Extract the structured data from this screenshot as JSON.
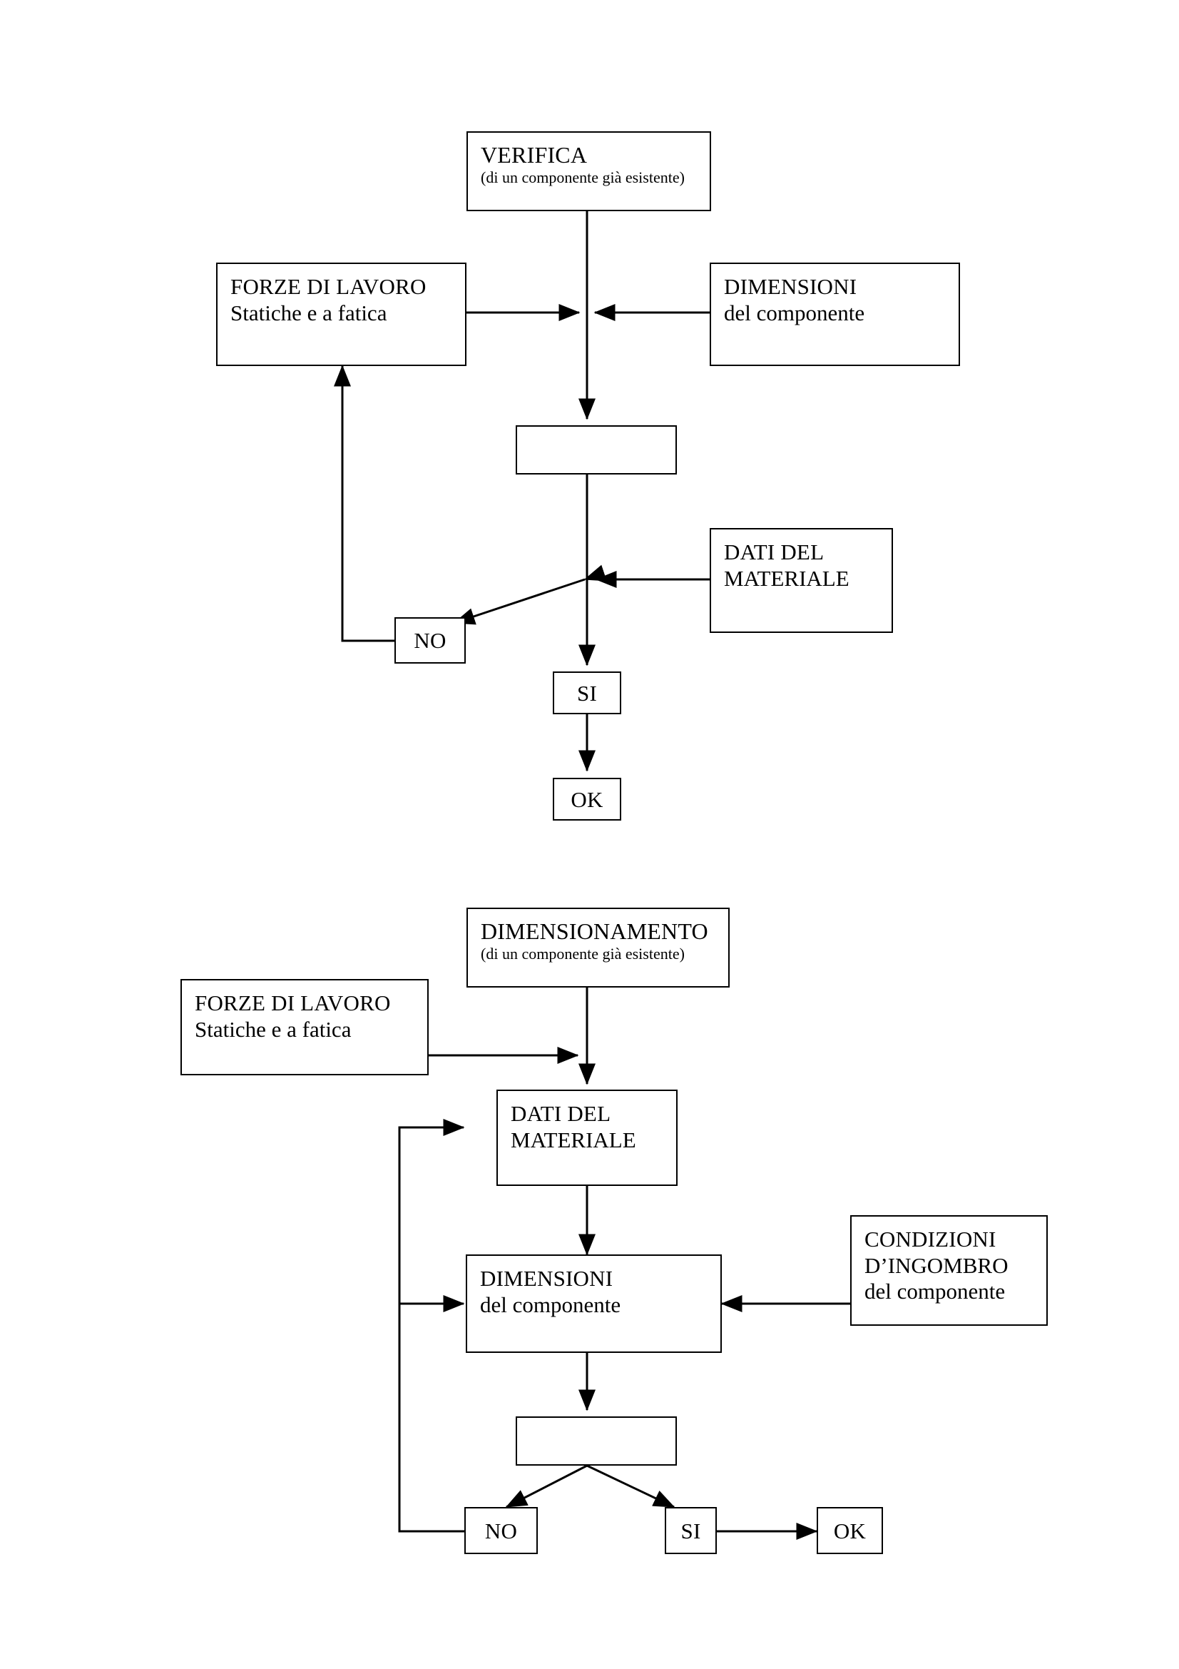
{
  "document": {
    "kind": "flowchart-page",
    "background_color": "#ffffff",
    "line_color": "#000000"
  },
  "diagrams": [
    {
      "id": "verifica",
      "nodes": {
        "title": {
          "line1": "VERIFICA",
          "line2": "(di un componente già esistente)"
        },
        "forze": {
          "line1": "FORZE DI LAVORO",
          "line2": "Statiche e a fatica"
        },
        "dimensioni": {
          "line1": "DIMENSIONI",
          "line2": "del componente"
        },
        "process": {
          "line1": ""
        },
        "dati": {
          "line1": "DATI DEL",
          "line2": "MATERIALE"
        },
        "no": {
          "line1": "NO"
        },
        "si": {
          "line1": "SI"
        },
        "ok": {
          "line1": "OK"
        }
      }
    },
    {
      "id": "dimensionamento",
      "nodes": {
        "title": {
          "line1": "DIMENSIONAMENTO",
          "line2": "(di un componente già esistente)"
        },
        "forze": {
          "line1": "FORZE DI LAVORO",
          "line2": "Statiche e a fatica"
        },
        "dati": {
          "line1": "DATI DEL",
          "line2": "MATERIALE"
        },
        "dimensioni": {
          "line1": "DIMENSIONI",
          "line2": "del componente"
        },
        "condizioni": {
          "line1": "CONDIZIONI",
          "line2": "D’INGOMBRO",
          "line3": "del componente"
        },
        "process": {
          "line1": ""
        },
        "no": {
          "line1": "NO"
        },
        "si": {
          "line1": "SI"
        },
        "ok": {
          "line1": "OK"
        }
      }
    }
  ]
}
